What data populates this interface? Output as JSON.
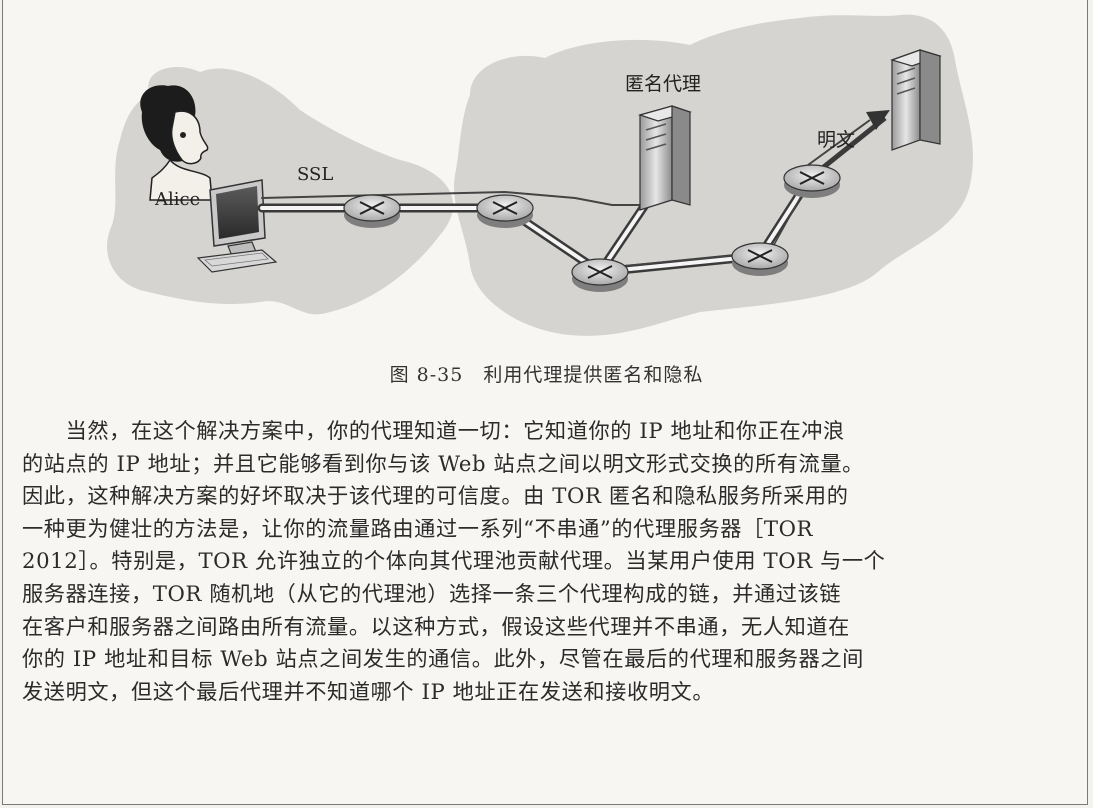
{
  "figure": {
    "labels": {
      "alice": "Alice",
      "ssl": "SSL",
      "proxy": "匿名代理",
      "plaintext": "明文"
    },
    "caption": "图 8-35　利用代理提供匿名和隐私"
  },
  "body": {
    "lines": [
      "　　当然，在这个解决方案中，你的代理知道一切：它知道你的 IP 地址和你正在冲浪",
      "的站点的 IP 地址；并且它能够看到你与该 Web 站点之间以明文形式交换的所有流量。",
      "因此，这种解决方案的好坏取决于该代理的可信度。由 TOR 匿名和隐私服务所采用的",
      "一种更为健壮的方法是，让你的流量路由通过一系列“不串通”的代理服务器［TOR",
      "2012］。特别是，TOR 允许独立的个体向其代理池贡献代理。当某用户使用 TOR 与一个",
      "服务器连接，TOR 随机地（从它的代理池）选择一条三个代理构成的链，并通过该链",
      "在客户和服务器之间路由所有流量。以这种方式，假设这些代理并不串通，无人知道在",
      "你的 IP 地址和目标 Web 站点之间发生的通信。此外，尽管在最后的代理和服务器之间",
      "发送明文，但这个最后代理并不知道哪个 IP 地址正在发送和接收明文。"
    ]
  }
}
